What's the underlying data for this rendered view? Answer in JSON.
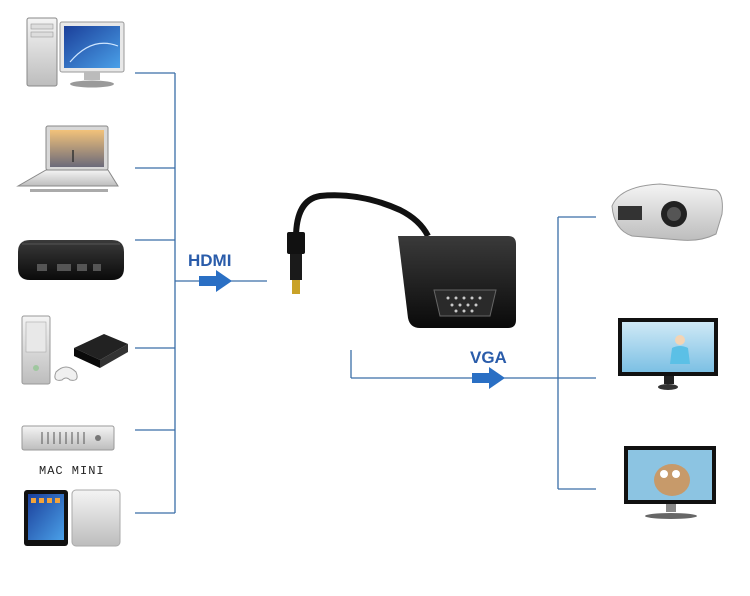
{
  "labels": {
    "input": "HDMI",
    "output": "VGA",
    "mac_mini": "MAC MINI"
  },
  "sources": [
    {
      "name": "desktop-computer"
    },
    {
      "name": "laptop"
    },
    {
      "name": "apple-tv"
    },
    {
      "name": "game-consoles"
    },
    {
      "name": "mac-mini"
    },
    {
      "name": "ipad"
    }
  ],
  "outputs": [
    {
      "name": "projector"
    },
    {
      "name": "lcd-monitor"
    },
    {
      "name": "tv"
    }
  ],
  "colors": {
    "line": "#3a6ea8",
    "arrow": "#2a6fc4",
    "label": "#2a5caa",
    "adapter": "#111111"
  }
}
